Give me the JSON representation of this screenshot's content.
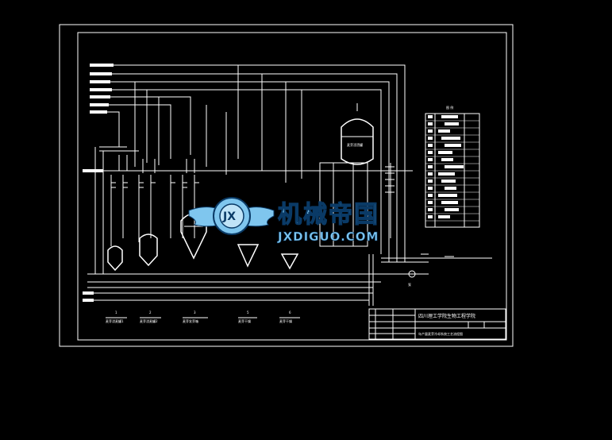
{
  "watermark": {
    "chinese": "机械帝国",
    "english": "JXDIGUO.COM",
    "badge": "JX"
  },
  "legend_title": "图 例",
  "title_block": {
    "school": "四川理工学院生物工程学院",
    "drawing_name": "年产量麦芽冷却系统工艺流程图"
  },
  "equipment_labels": [
    {
      "number": "1",
      "name": "麦芽浸麦罐1"
    },
    {
      "number": "2",
      "name": "麦芽浸麦罐2"
    },
    {
      "number": "3",
      "name": "麦芽发芽箱"
    },
    {
      "number": "5",
      "name": "麦芽干燥"
    },
    {
      "number": "6",
      "name": "麦芽干燥"
    }
  ],
  "tank_label": "麦芽浸渍罐",
  "pump_label": "泵",
  "colors": {
    "background": "#000000",
    "line": "#ffffff",
    "watermark": "#7fc6ee",
    "watermark_dark": "#0a3a66"
  }
}
